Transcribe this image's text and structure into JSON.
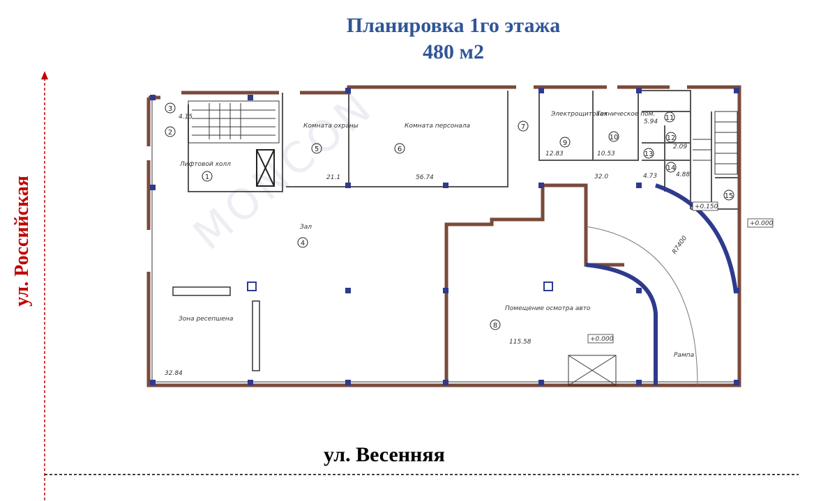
{
  "title": {
    "line1": "Планировка 1го этажа",
    "line2": "480 м2"
  },
  "streets": {
    "bottom": "ул. Весенняя",
    "left": "ул. Российская"
  },
  "watermark": "MONCON",
  "markers": {
    "level_a": "+0.000",
    "level_b": "+0.000",
    "level_c": "+0.150",
    "radius": "R7400",
    "ramp": "Рампа"
  },
  "rooms": [
    {
      "id": "r1",
      "num": "1",
      "name": "Лифтовой холл",
      "area": ""
    },
    {
      "id": "r2",
      "num": "2",
      "name": "",
      "area": ""
    },
    {
      "id": "r3",
      "num": "3",
      "name": "",
      "area": "4.15"
    },
    {
      "id": "r4",
      "num": "4",
      "name": "Зал",
      "area": ""
    },
    {
      "id": "r4b",
      "num": "",
      "name": "Зона ресепшена",
      "area": "32.84"
    },
    {
      "id": "r5",
      "num": "5",
      "name": "Комната охраны",
      "area": "21.1"
    },
    {
      "id": "r6",
      "num": "6",
      "name": "Комната персонала",
      "area": "56.74"
    },
    {
      "id": "r7",
      "num": "7",
      "name": "",
      "area": "32.0"
    },
    {
      "id": "r8",
      "num": "8",
      "name": "Помещение осмотра авто",
      "area": "115.58"
    },
    {
      "id": "r9",
      "num": "9",
      "name": "Электрощитовая",
      "area": "12.83"
    },
    {
      "id": "r10",
      "num": "10",
      "name": "Техническое пом.",
      "area": "10.53"
    },
    {
      "id": "r11",
      "num": "11",
      "name": "",
      "area": "5.94"
    },
    {
      "id": "r12",
      "num": "12",
      "name": "",
      "area": "2.09"
    },
    {
      "id": "r13",
      "num": "13",
      "name": "",
      "area": "4.73"
    },
    {
      "id": "r14",
      "num": "14",
      "name": "",
      "area": "4.88"
    },
    {
      "id": "r15",
      "num": "15",
      "name": "",
      "area": ""
    }
  ],
  "colors": {
    "title": "#2f5597",
    "street_left": "#c00000",
    "wall": "#7a4a3a",
    "column": "#2e3a8c"
  }
}
